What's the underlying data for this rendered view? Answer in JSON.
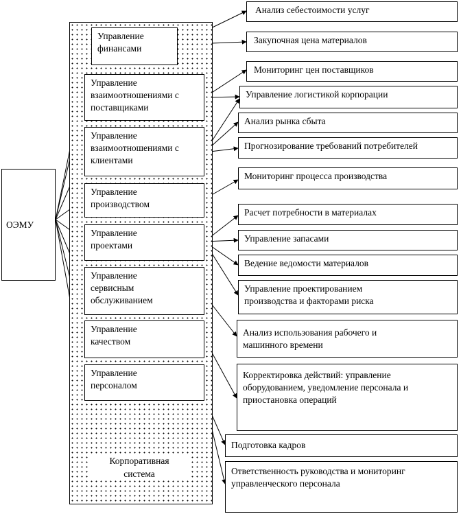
{
  "root": {
    "label": "ОЭМУ"
  },
  "corporate_system": {
    "label_line1": "Корпоративная",
    "label_line2": "система"
  },
  "management": [
    {
      "l1": "Управление",
      "l2": "финансами",
      "l3": ""
    },
    {
      "l1": "Управление",
      "l2": "взаимоотношениями с",
      "l3": "поставщиками"
    },
    {
      "l1": "Управление",
      "l2": "взаимоотношениями с",
      "l3": "клиентами"
    },
    {
      "l1": "Управление",
      "l2": "производством",
      "l3": ""
    },
    {
      "l1": "Управление",
      "l2": "проектами",
      "l3": ""
    },
    {
      "l1": "Управление",
      "l2": "сервисным",
      "l3": "обслуживанием"
    },
    {
      "l1": "Управление",
      "l2": "качеством",
      "l3": ""
    },
    {
      "l1": "Управление",
      "l2": "персоналом",
      "l3": ""
    }
  ],
  "functions": [
    {
      "l1": "Анализ себестоимости услуг",
      "l2": "",
      "l3": ""
    },
    {
      "l1": "Закупочная цена материалов",
      "l2": "",
      "l3": ""
    },
    {
      "l1": "Мониторинг цен поставщиков",
      "l2": "",
      "l3": ""
    },
    {
      "l1": "Управление логистикой корпорации",
      "l2": "",
      "l3": ""
    },
    {
      "l1": "Анализ рынка сбыта",
      "l2": "",
      "l3": ""
    },
    {
      "l1": "Прогнозирование требований потребителей",
      "l2": "",
      "l3": ""
    },
    {
      "l1": "Мониторинг процесса производства",
      "l2": "",
      "l3": ""
    },
    {
      "l1": "Расчет потребности в материалах",
      "l2": "",
      "l3": ""
    },
    {
      "l1": "Управление запасами",
      "l2": "",
      "l3": ""
    },
    {
      "l1": "Ведение ведомости материалов",
      "l2": "",
      "l3": ""
    },
    {
      "l1": "Управление проектированием",
      "l2": "производства и факторами риска",
      "l3": ""
    },
    {
      "l1": "Анализ использования рабочего и",
      "l2": "машинного времени",
      "l3": ""
    },
    {
      "l1": "Корректировка действий: управление",
      "l2": "оборудованием, уведомление персонала и",
      "l3": "приостановка операций"
    },
    {
      "l1": "Подготовка кадров",
      "l2": "",
      "l3": ""
    },
    {
      "l1": "Ответственность руководства и мониторинг",
      "l2": "управленческого персонала",
      "l3": ""
    }
  ]
}
